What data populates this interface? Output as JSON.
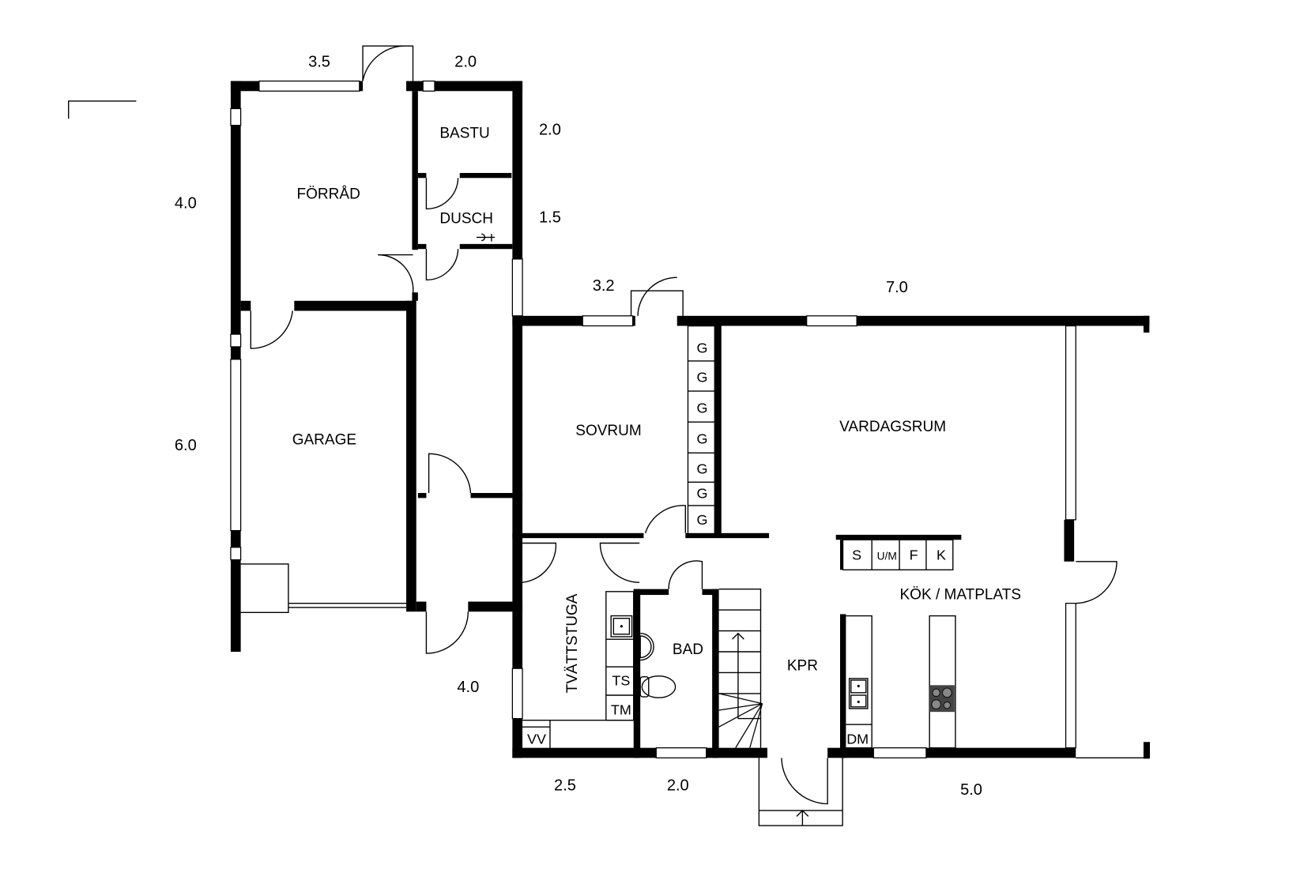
{
  "rooms": {
    "forrad": "FÖRRÅD",
    "bastu": "BASTU",
    "dusch": "DUSCH",
    "garage": "GARAGE",
    "sovrum": "SOVRUM",
    "vardagsrum": "VARDAGSRUM",
    "kok": "KÖK / MATPLATS",
    "tvattstuga": "TVÄTTSTUGA",
    "bad": "BAD",
    "kpr": "KPR"
  },
  "dimensions": {
    "top_forrad": "3.5",
    "top_bastu": "2.0",
    "right_bastu": "2.0",
    "right_dusch": "1.5",
    "left_forrad": "4.0",
    "left_garage": "6.0",
    "top_sovrum": "3.2",
    "top_vardagsrum": "7.0",
    "bottom_corridor": "4.0",
    "bottom_tvattstuga": "2.5",
    "bottom_bad": "2.0",
    "bottom_kok": "5.0"
  },
  "fixtures": {
    "wardrobe": [
      "G",
      "G",
      "G",
      "G",
      "G",
      "G",
      "G"
    ],
    "kitchen_units": [
      "S",
      "U/M",
      "F",
      "K"
    ],
    "ts": "TS",
    "tm": "TM",
    "vv": "VV",
    "dm": "DM"
  }
}
